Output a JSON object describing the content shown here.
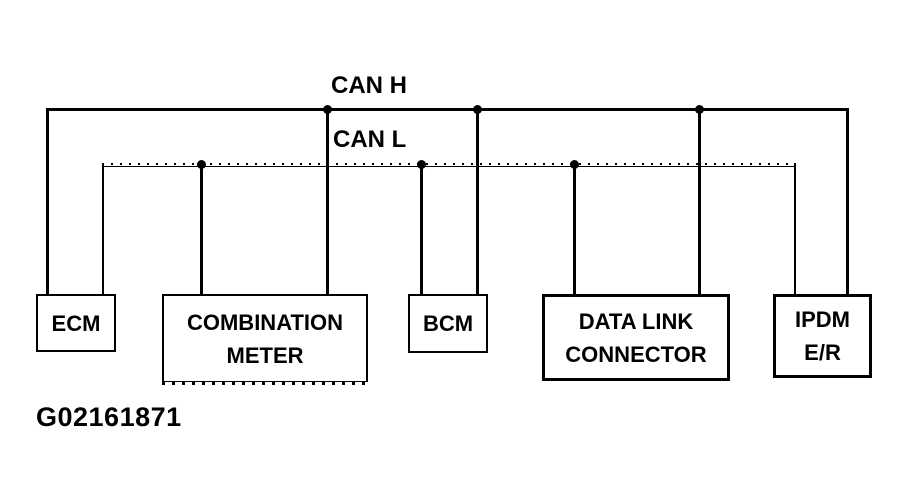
{
  "diagram": {
    "bus": {
      "can_h_label": "CAN H",
      "can_l_label": "CAN L"
    },
    "nodes": {
      "ecm": {
        "label": "ECM"
      },
      "combination_meter": {
        "line1": "COMBINATION",
        "line2": "METER"
      },
      "bcm": {
        "label": "BCM"
      },
      "data_link_connector": {
        "line1": "DATA LINK",
        "line2": "CONNECTOR"
      },
      "ipdm_er": {
        "line1": "IPDM",
        "line2": "E/R"
      }
    },
    "figure_id": "G02161871",
    "colors": {
      "line": "#000000",
      "background": "#ffffff"
    }
  }
}
